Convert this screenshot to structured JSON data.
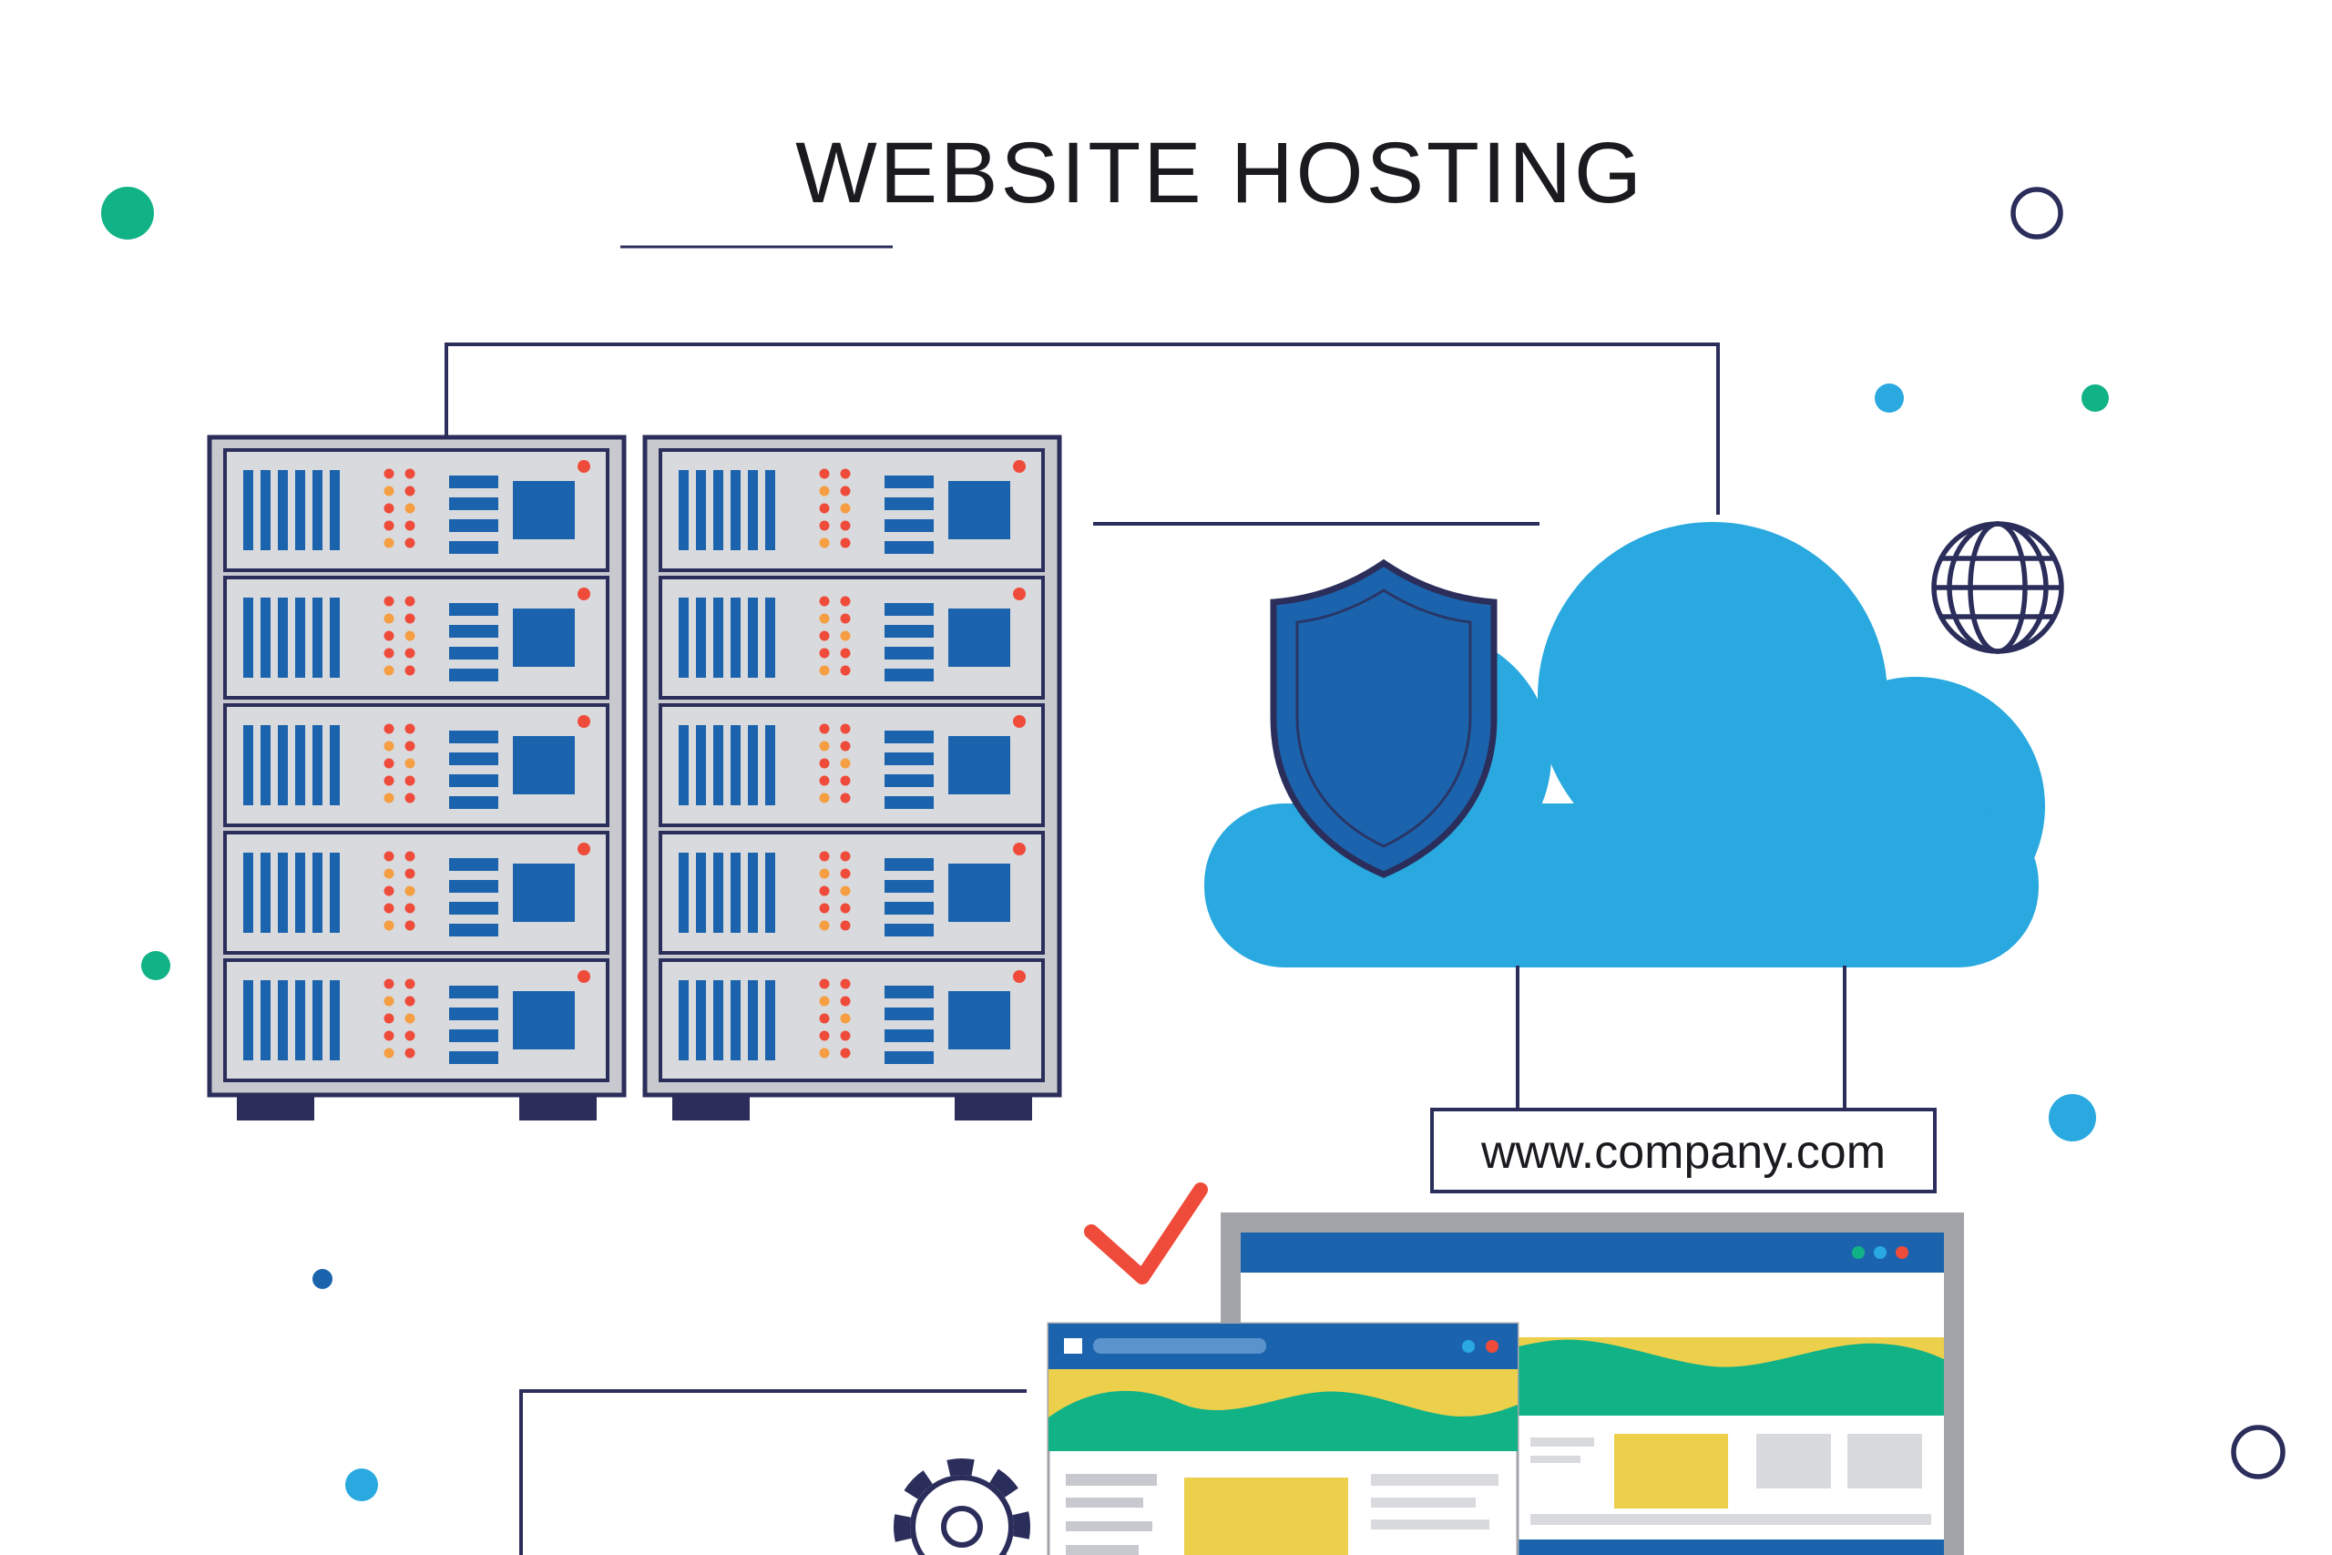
{
  "title": "WEBSITE HOSTING",
  "cloud": {
    "domain_label": "www.company.com"
  },
  "palette": {
    "navy": "#2b2e5a",
    "blue": "#1b64ad",
    "cyan": "#29a9e0",
    "teal": "#12b287",
    "yellow": "#ecd04b",
    "red": "#ef4b3a",
    "orange": "#f59e42",
    "gray": "#c8c9ce",
    "light_gray": "#d9dade",
    "frame_gray": "#a3a4aa"
  },
  "icons": {
    "server-rack": "svg-shape",
    "shield": "svg-shape",
    "cloud": "svg-shape",
    "globe": "svg-shape",
    "gear": "svg-shape",
    "checkmark": "svg-shape",
    "browser-window": "svg-shape"
  }
}
